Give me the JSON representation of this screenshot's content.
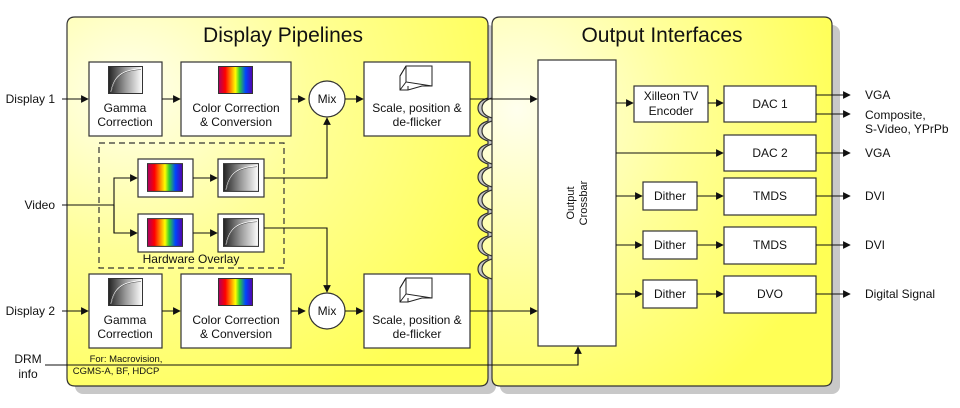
{
  "panels": {
    "left_title": "Display Pipelines",
    "right_title": "Output Interfaces"
  },
  "inputs": {
    "display1": "Display 1",
    "video": "Video",
    "display2": "Display 2",
    "drm_line1": "DRM",
    "drm_line2": "info"
  },
  "pipeline1": {
    "gamma_line1": "Gamma",
    "gamma_line2": "Correction",
    "color_line1": "Color Correction",
    "color_line2": "& Conversion",
    "mix": "Mix",
    "scale_line1": "Scale, position &",
    "scale_line2": "de-flicker"
  },
  "pipeline2": {
    "gamma_line1": "Gamma",
    "gamma_line2": "Correction",
    "color_line1": "Color Correction",
    "color_line2": "& Conversion",
    "mix": "Mix",
    "scale_line1": "Scale, position &",
    "scale_line2": "de-flicker"
  },
  "overlay": {
    "label": "Hardware Overlay"
  },
  "drm_note": {
    "line1": "For: Macrovision,",
    "line2": "CGMS-A, BF, HDCP"
  },
  "crossbar": {
    "line1": "Output",
    "line2": "Crossbar"
  },
  "output_blocks": {
    "encoder_line1": "Xilleon TV",
    "encoder_line2": "Encoder",
    "dac1": "DAC 1",
    "dac2": "DAC 2",
    "dither1": "Dither",
    "dither2": "Dither",
    "dither3": "Dither",
    "tmds1": "TMDS",
    "tmds2": "TMDS",
    "dvo": "DVO"
  },
  "outputs": {
    "vga1": "VGA",
    "composite_line1": "Composite,",
    "composite_line2": "S-Video, YPrPb",
    "vga2": "VGA",
    "dvi1": "DVI",
    "dvi2": "DVI",
    "digital": "Digital Signal"
  },
  "colors": {
    "panel_yellow": "#ffff66",
    "panel_highlight": "#ffffee",
    "shadow": "#c8c8c8"
  }
}
